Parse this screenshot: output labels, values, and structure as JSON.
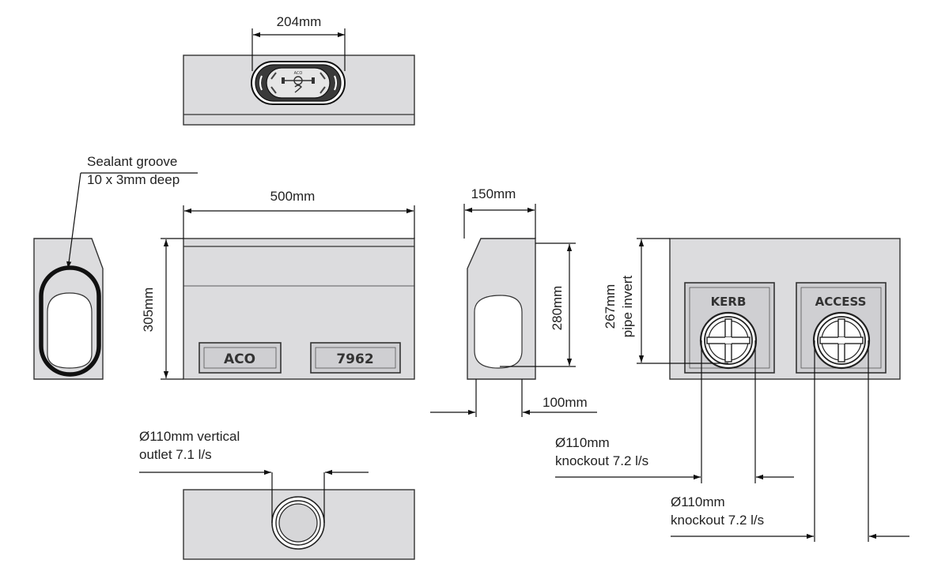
{
  "colors": {
    "body_fill": "#dcdcde",
    "outline": "#333333",
    "line": "#111111",
    "panel_fill": "#cfcfd2",
    "groove": "#111111"
  },
  "labels": {
    "top_width": "204mm",
    "sealant_line1": "Sealant groove",
    "sealant_line2": "10 x 3mm deep",
    "front_width": "500mm",
    "front_height": "305mm",
    "side_width": "150mm",
    "side_height": "280mm",
    "side_bottom": "100mm",
    "invert_line1": "267mm",
    "invert_line2": "pipe invert",
    "vertical_outlet_line1": "Ø110mm vertical",
    "vertical_outlet_line2": "outlet 7.1 l/s",
    "knockout1_line1": "Ø110mm",
    "knockout1_line2": "knockout 7.2 l/s",
    "knockout2_line1": "Ø110mm",
    "knockout2_line2": "knockout 7.2 l/s"
  },
  "embossed": {
    "front_left": "ACO",
    "front_right": "7962",
    "rear_left": "KERB",
    "rear_right": "ACCESS"
  }
}
